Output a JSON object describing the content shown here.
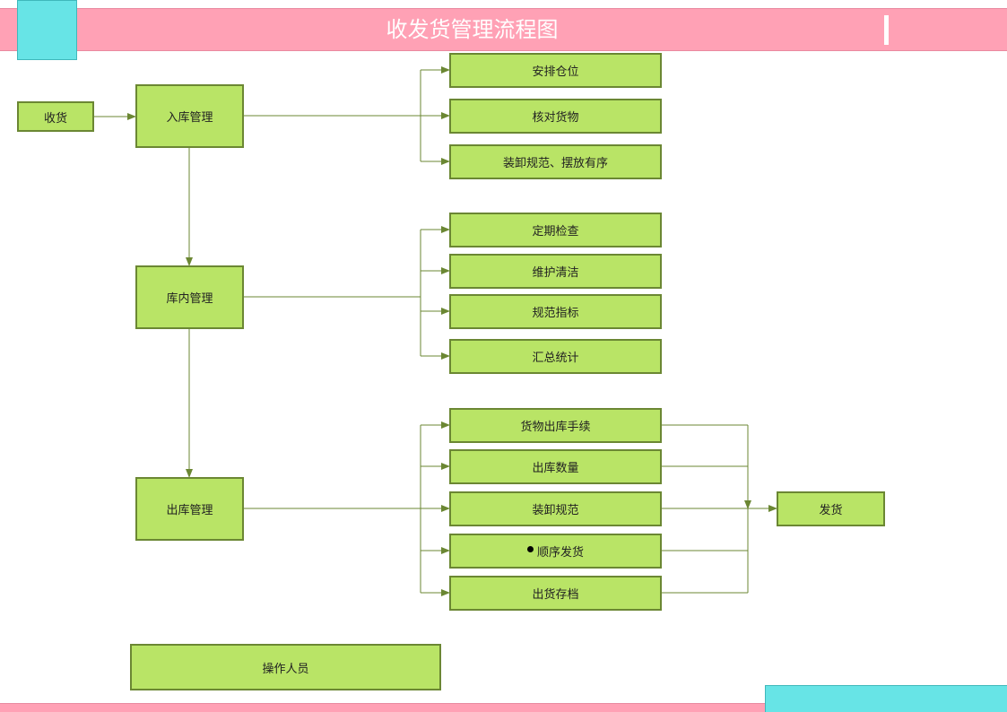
{
  "title": "收发货管理流程图",
  "colors": {
    "header": "#ffa1b5",
    "accent": "#67e4e6",
    "node_fill": "#b9e466",
    "node_border": "#6b8733",
    "line": "#6b8733"
  },
  "nodes": {
    "receive": "收货",
    "inbound": "入库管理",
    "instorage": "库内管理",
    "outbound": "出库管理",
    "ship": "发货",
    "operator": "操作人员"
  },
  "inbound_steps": [
    "安排仓位",
    "核对货物",
    "装卸规范、摆放有序"
  ],
  "instorage_steps": [
    "定期检查",
    "维护清洁",
    "规范指标",
    "汇总统计"
  ],
  "outbound_steps": [
    "货物出库手续",
    "出库数量",
    "装卸规范",
    "顺序发货",
    "出货存档"
  ]
}
